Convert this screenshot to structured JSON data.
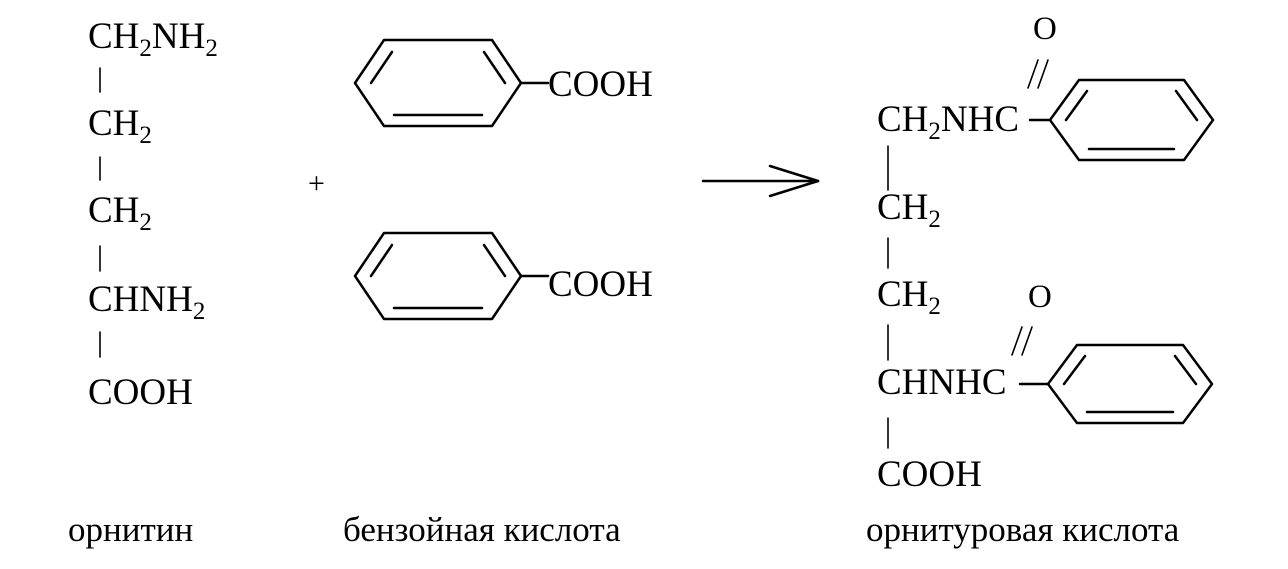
{
  "ornithine": {
    "ch2nh2": {
      "main": "CH",
      "sub1": "2",
      "mid": "NH",
      "sub2": "2"
    },
    "ch2_a": {
      "main": "CH",
      "sub": "2"
    },
    "ch2_b": {
      "main": "CH",
      "sub": "2"
    },
    "chnh2": {
      "main": "CHNH",
      "sub": "2"
    },
    "cooh": "COOH",
    "caption": "орнитин"
  },
  "plus_sign": "+",
  "benzoic": {
    "top_cooh": "COOH",
    "bottom_cooh": "COOH",
    "caption": "бензойная кислота"
  },
  "ornithuric": {
    "top_oxygen": "O",
    "ch2nhc": {
      "main": "CH",
      "sub": "2",
      "rest": "NHC"
    },
    "ch2_a": {
      "main": "CH",
      "sub": "2"
    },
    "ch2_b": {
      "main": "CH",
      "sub": "2"
    },
    "bottom_oxygen": "O",
    "chnhc": "CHNHC",
    "cooh": "COOH",
    "caption": "орнитуровая кислота"
  }
}
